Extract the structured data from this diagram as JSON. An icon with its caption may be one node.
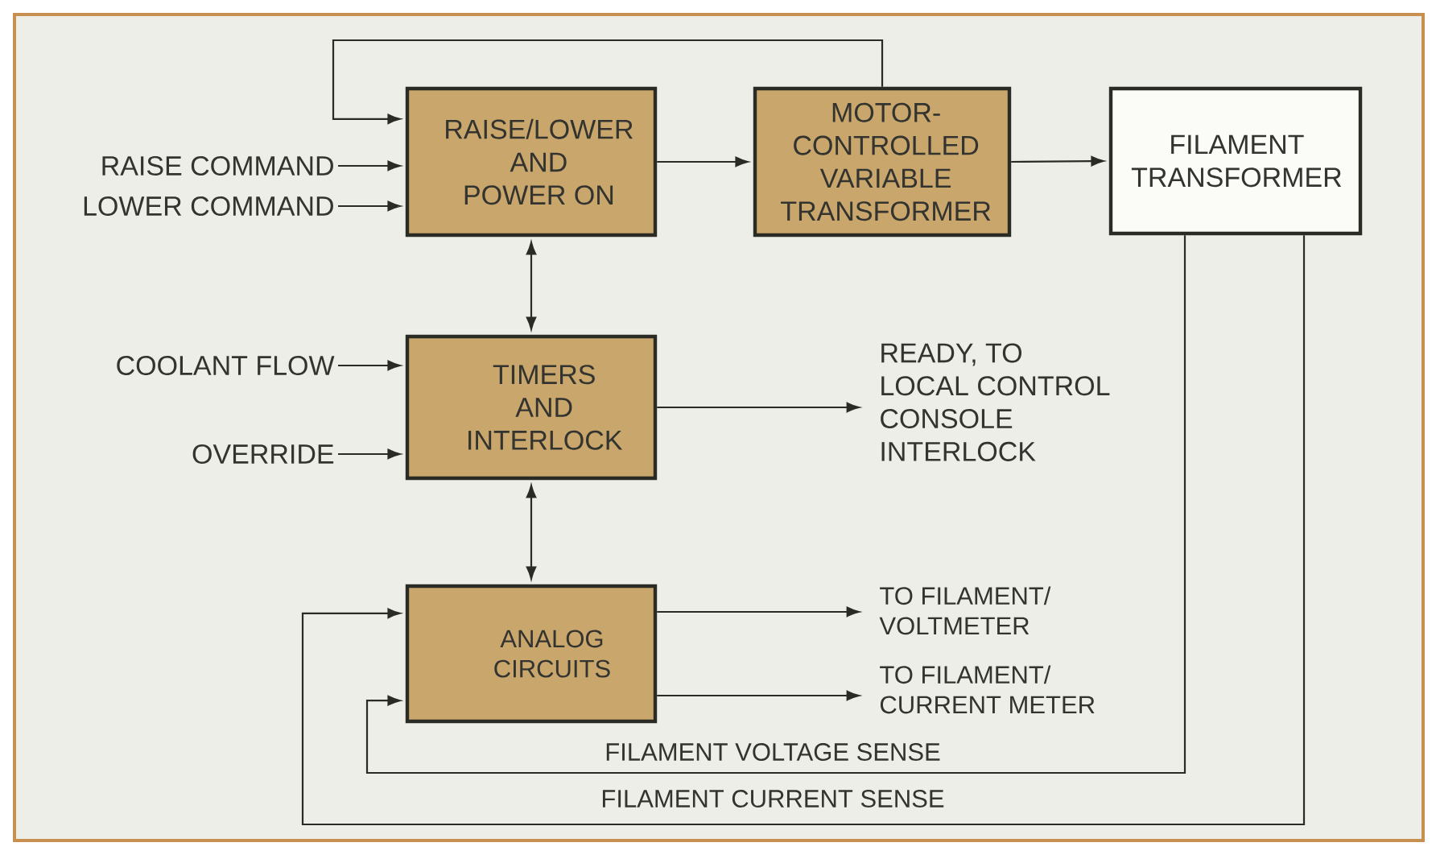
{
  "diagram": {
    "nodes": [
      {
        "text": [
          "RAISE/LOWER AND POWER ON"
        ]
      },
      {
        "text": [
          "MOTOR-CONTROLLED VARIABLE TRANSFORMER"
        ]
      },
      {
        "text": [
          "FILAMENT TRANSFORMER"
        ]
      },
      {
        "text": [
          "RAISE COMMAND"
        ]
      },
      {
        "text": [
          "LOWER COMMAND"
        ]
      },
      {
        "text": [
          "TIMERS AND INTERLOCK"
        ]
      },
      {
        "text": [
          "COOLANT FLOW"
        ]
      },
      {
        "text": [
          "OVERRIDE"
        ]
      },
      {
        "text": [
          "READY, TO LOCAL CONTROL CONSOLE INTERLOCK"
        ]
      },
      {
        "text": [
          "ANALOG CIRCUITS"
        ]
      },
      {
        "text": [
          "TO FILAMENT/ VOLTMETER"
        ]
      },
      {
        "text": [
          "TO FILAMENT/ CURRENT METER"
        ]
      }
    ],
    "edges": [
      {
        "from": 1,
        "to": 0,
        "arrow": "to"
      },
      {
        "from": 3,
        "to": 0,
        "arrow": "to"
      },
      {
        "from": 4,
        "to": 0,
        "arrow": "to"
      },
      {
        "from": 0,
        "to": 1,
        "arrow": "to"
      },
      {
        "from": 1,
        "to": 2,
        "arrow": "to"
      },
      {
        "from": 0,
        "to": 5,
        "arrow": "both"
      },
      {
        "from": 6,
        "to": 5,
        "arrow": "to"
      },
      {
        "from": 7,
        "to": 5,
        "arrow": "to"
      },
      {
        "from": 5,
        "to": 8,
        "arrow": "to"
      },
      {
        "from": 5,
        "to": 9,
        "arrow": "both"
      },
      {
        "from": 9,
        "to": 10,
        "arrow": "to"
      },
      {
        "from": 9,
        "to": 11,
        "arrow": "to"
      },
      {
        "from": 2,
        "to": 9,
        "arrow": "to",
        "label": "FILAMENT VOLTAGE SENSE"
      },
      {
        "from": 2,
        "to": 9,
        "arrow": "to",
        "label": "FILAMENT CURRENT SENSE"
      }
    ]
  }
}
